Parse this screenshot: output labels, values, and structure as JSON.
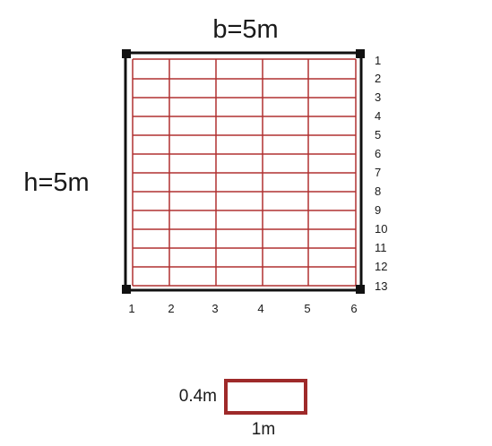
{
  "labels": {
    "width": "b=5m",
    "height": "h=5m",
    "tile_height": "0.4m",
    "tile_width": "1m"
  },
  "column_numbers": [
    "1",
    "2",
    "3",
    "4",
    "5",
    "6"
  ],
  "row_numbers": [
    "1",
    "2",
    "3",
    "4",
    "5",
    "6",
    "7",
    "8",
    "9",
    "10",
    "11",
    "12",
    "13"
  ],
  "colors": {
    "grid_line": "#b03030",
    "frame": "#111111",
    "legend_border": "#9e2a2a"
  }
}
